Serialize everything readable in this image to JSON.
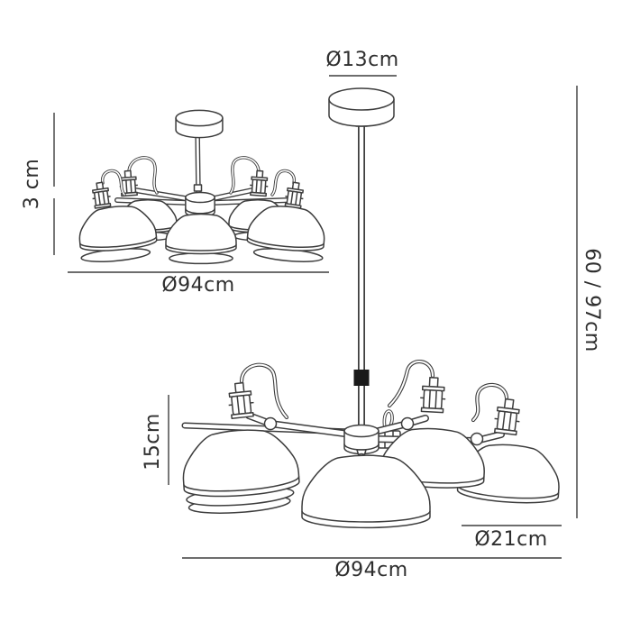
{
  "diagram": {
    "colors": {
      "background": "#ffffff",
      "line": "#3d3d3d",
      "text": "#2e2e2e",
      "cord_adjuster": "#1a1a1a"
    },
    "semi_flush_view": {
      "height_label": "3 cm",
      "width_label": "Ø94cm"
    },
    "pendant_view": {
      "canopy_diameter_label": "Ø13cm",
      "drop_label": "60 / 97cm",
      "shade_height_label": "15cm",
      "shade_diameter_label": "Ø21cm",
      "width_label": "Ø94cm"
    }
  }
}
